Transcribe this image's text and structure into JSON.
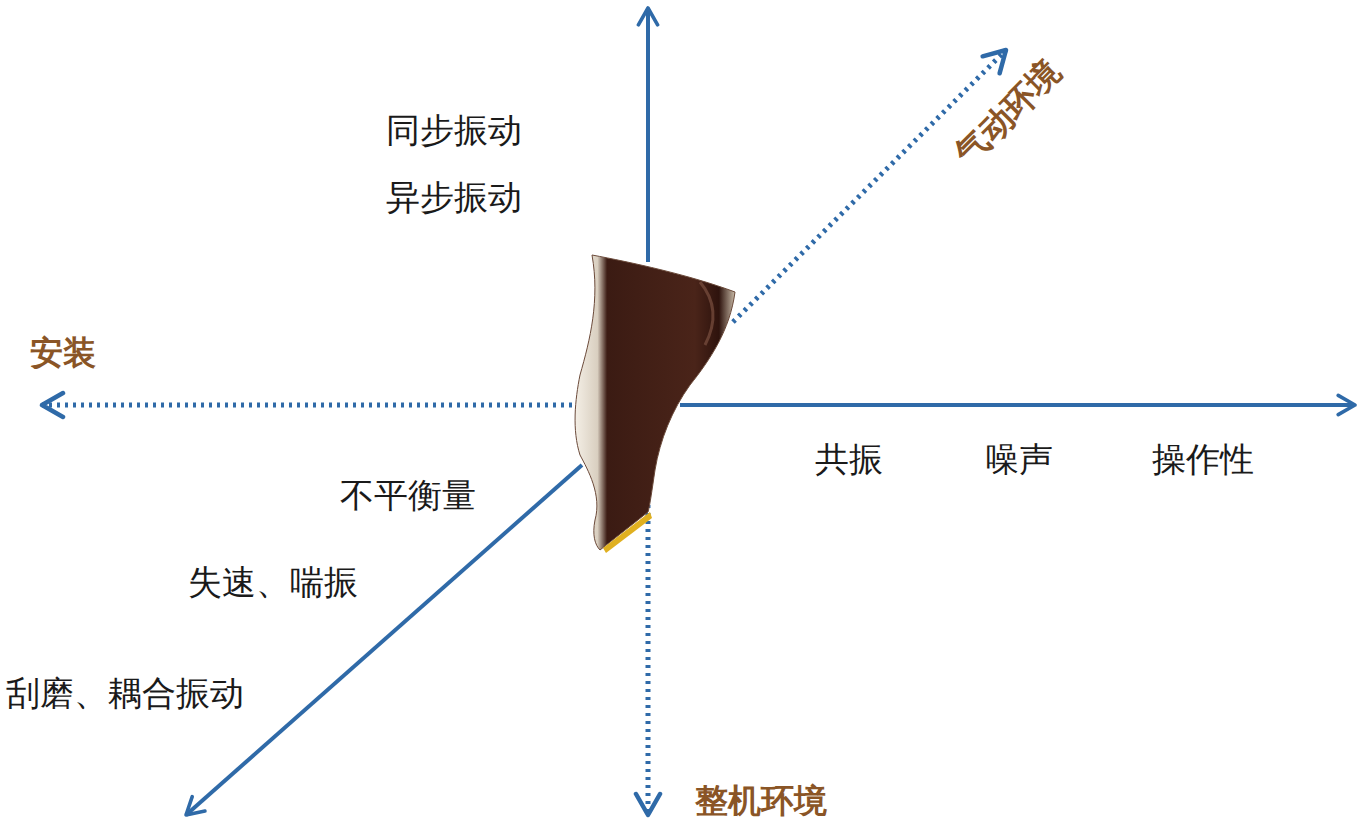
{
  "diagram": {
    "labels": [
      "同步振动",
      "异步振动",
      "气动环境",
      "安装",
      "共振",
      "噪声",
      "操作性",
      "不平衡量",
      "失速、喘振",
      "刮磨、耦合振动",
      "整机环境"
    ]
  }
}
